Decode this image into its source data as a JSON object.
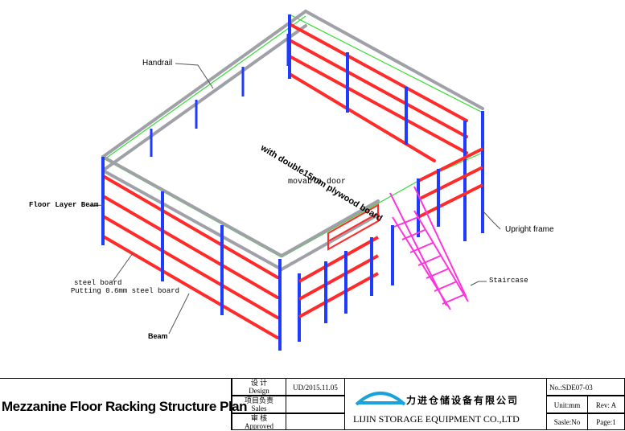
{
  "labels": {
    "handrail": "Handrail",
    "floor_layer_beam": "Floor Layer Beam",
    "plywood": "with double15mm plywood board",
    "movable_door": "movable door",
    "upright_frame": "Upright frame",
    "staircase": "Staircase",
    "steel_board_1": "steel board",
    "steel_board_2": "Putting 0.6mm steel board",
    "beam": "Beam"
  },
  "title_block": {
    "drawing_title": "Mezzanine Floor Racking Structure Plan",
    "design_cn": "设 计",
    "design_en": "Design",
    "sales_cn": "项目负责",
    "sales_en": "Sales",
    "approved_cn": "审 核",
    "approved_en": "Approved",
    "date": "UD/2015.11.05",
    "company_cn": "力进仓储设备有限公司",
    "company_en": "LIJIN STORAGE EQUIPMENT CO.,LTD",
    "drawing_no": "No.:SDE07-03",
    "unit": "Unit:mm",
    "rev": "Rev: A",
    "sale": "Sasle:No",
    "page": "Page:1"
  },
  "colors": {
    "beam": "#ff2a2a",
    "upright": "#1f3bff",
    "handrail": "#a0a0a8",
    "deck_edge": "#33dd33",
    "staircase": "#ff33dd",
    "logo": "#1aa3d9"
  }
}
